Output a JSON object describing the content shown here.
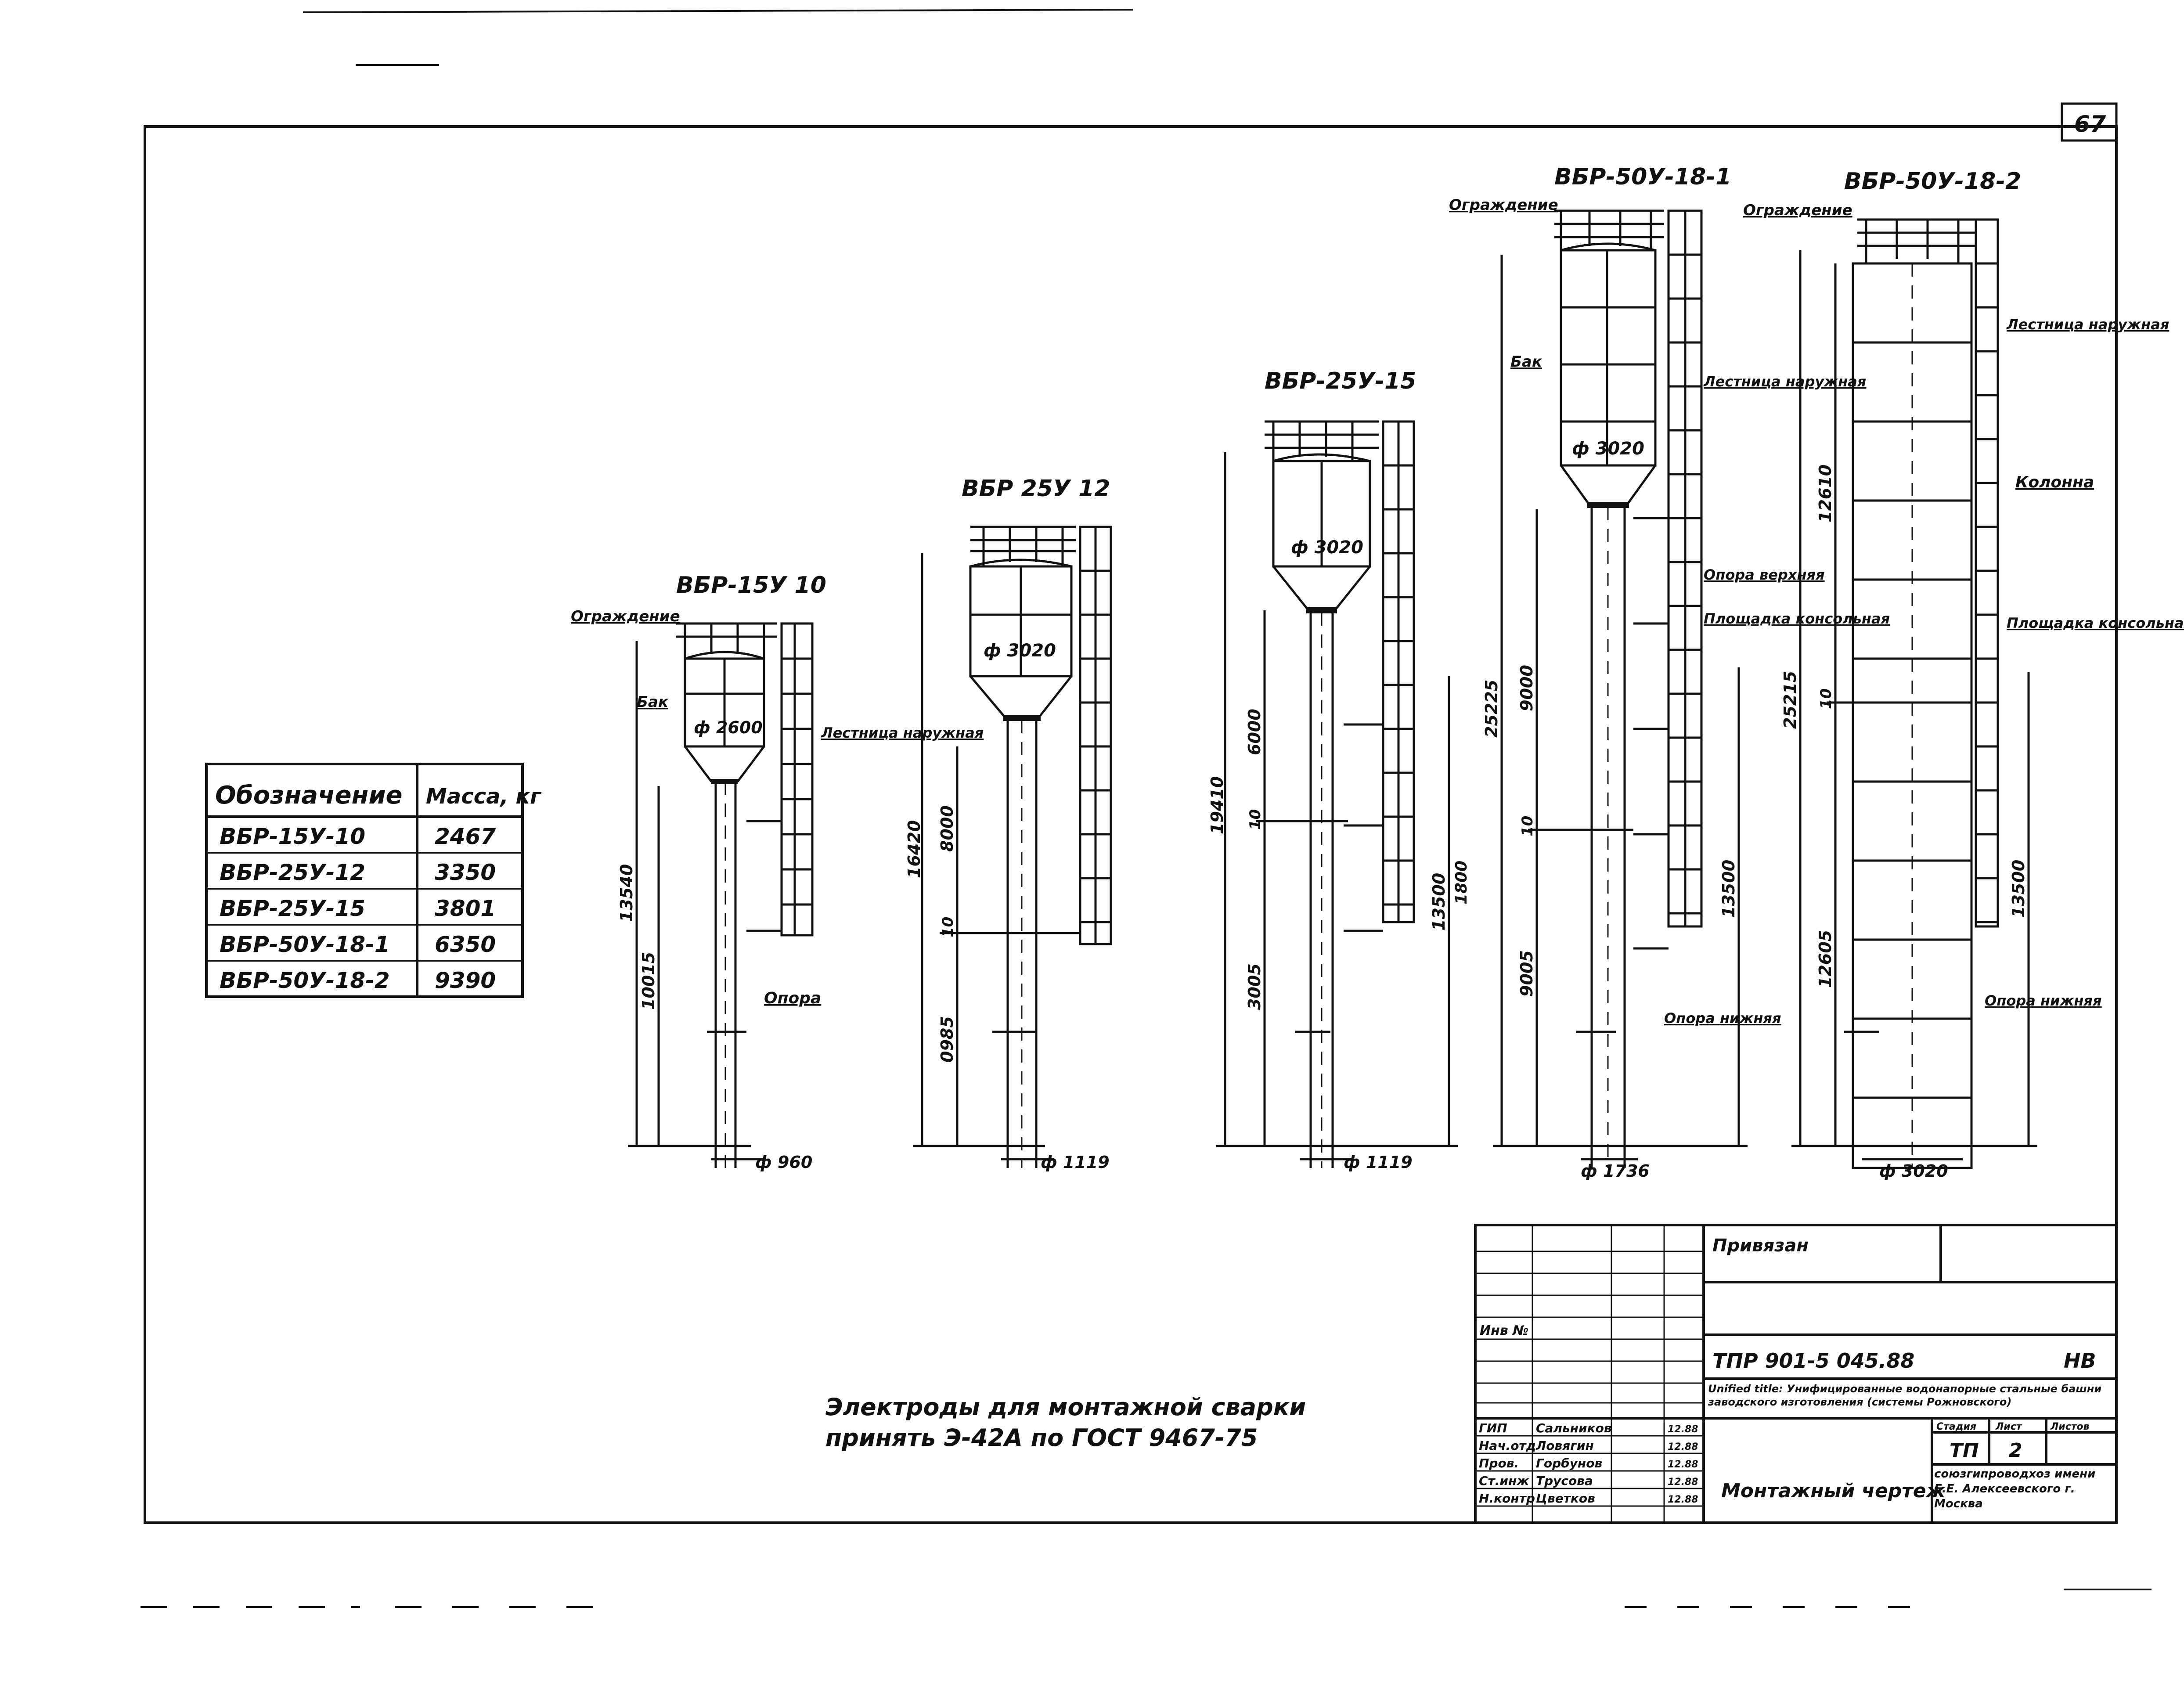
{
  "sheet": {
    "number": "67",
    "note": "Электроды для монтажной сварки принять Э-42А по ГОСТ 9467-75"
  },
  "table": {
    "headers": [
      "Обозначение",
      "Масса, кг"
    ],
    "rows": [
      [
        "ВБР-15У-10",
        "2467"
      ],
      [
        "ВБР-25У-12",
        "3350"
      ],
      [
        "ВБР-25У-15",
        "3801"
      ],
      [
        "ВБР-50У-18-1",
        "6350"
      ],
      [
        "ВБР-50У-18-2",
        "9390"
      ]
    ]
  },
  "towers": [
    {
      "title": "ВБР-15У 10",
      "labels": {
        "fence": "Ограждение",
        "tank": "Бак",
        "ladder": "Лестница наружная",
        "support": "Опора"
      },
      "dims": {
        "tank_dia": "ф 2600",
        "column_dia": "ф 960",
        "total_h": "13540",
        "support_h": "10015"
      }
    },
    {
      "title": "ВБР 25У 12",
      "dims": {
        "tank_dia": "ф 3020",
        "column_dia": "ф 1119",
        "total_h": "16420",
        "mid_h": "8000",
        "mark": "10",
        "low_h": "0985"
      }
    },
    {
      "title": "ВБР-25У-15",
      "dims": {
        "tank_dia": "ф 3020",
        "column_dia": "ф 1119",
        "total_h": "19410",
        "upper_h": "6000",
        "mark": "10",
        "low_h": "3005",
        "right_h": "13500",
        "right_h2": "1800"
      }
    },
    {
      "title": "ВБР-50У-18-1",
      "labels": {
        "fence": "Ограждение",
        "tank": "Бак",
        "ladder": "Лестница наружная",
        "support_upper": "Опора верхняя",
        "platform": "Площадка консольная",
        "support_lower": "Опора нижняя"
      },
      "dims": {
        "tank_dia": "ф 3020",
        "column_dia": "ф 1736",
        "total_h": "25225",
        "upper_h": "9000",
        "mark": "10",
        "low_h": "9005",
        "right_h": "13500"
      }
    },
    {
      "title": "ВБР-50У-18-2",
      "labels": {
        "fence": "Ограждение",
        "ladder": "Лестница наружная",
        "column": "Колонна",
        "platform": "Площадка консольная",
        "support_lower": "Опора нижняя"
      },
      "dims": {
        "column_dia": "ф 3020",
        "total_h": "25215",
        "upper_h": "12610",
        "mark": "10",
        "low_h": "12605",
        "right_h": "13500"
      }
    }
  ],
  "stamp": {
    "binding": "Привязан",
    "inv": "Инв №",
    "code": "ТПР 901-5 045.88",
    "code_suffix": "НВ",
    "project": "Unified title: Унифицированные водонапорные стальные башни заводского изготовления (системы Рожновского)",
    "stage_h": "Стадия",
    "sheet_h": "Лист",
    "sheets_h": "Листов",
    "stage": "ТП",
    "sheet": "2",
    "drawing": "Монтажный чертеж",
    "org": "союзгипроводхоз имени Е.Е. Алексеевского г. Москва",
    "roles": [
      [
        "ГИП",
        "Сальников"
      ],
      [
        "Нач.отд",
        "Ловягин"
      ],
      [
        "Пров.",
        "Горбунов"
      ],
      [
        "Ст.инж",
        "Трусова"
      ],
      [
        "Н.контр",
        "Цветков"
      ]
    ],
    "dates": [
      "12.88",
      "12.88",
      "12.88",
      "12.88",
      "12.88"
    ]
  }
}
